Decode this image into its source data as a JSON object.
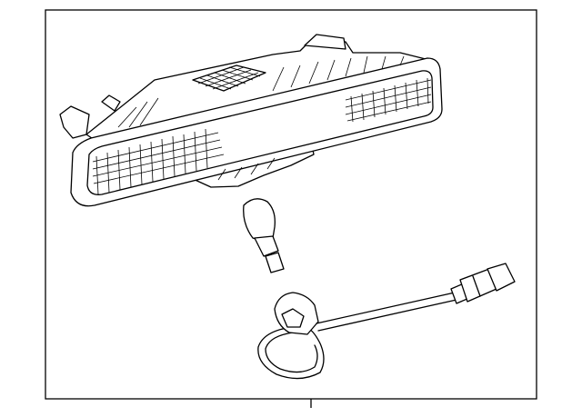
{
  "diagram": {
    "parts": [
      {
        "id": "lamp-assembly",
        "icon": "side-marker-lamp-icon"
      },
      {
        "id": "bulb",
        "icon": "bulb-icon"
      },
      {
        "id": "socket-harness",
        "icon": "socket-wiring-icon"
      }
    ],
    "colors": {
      "line": "#000000",
      "background": "#ffffff"
    }
  }
}
